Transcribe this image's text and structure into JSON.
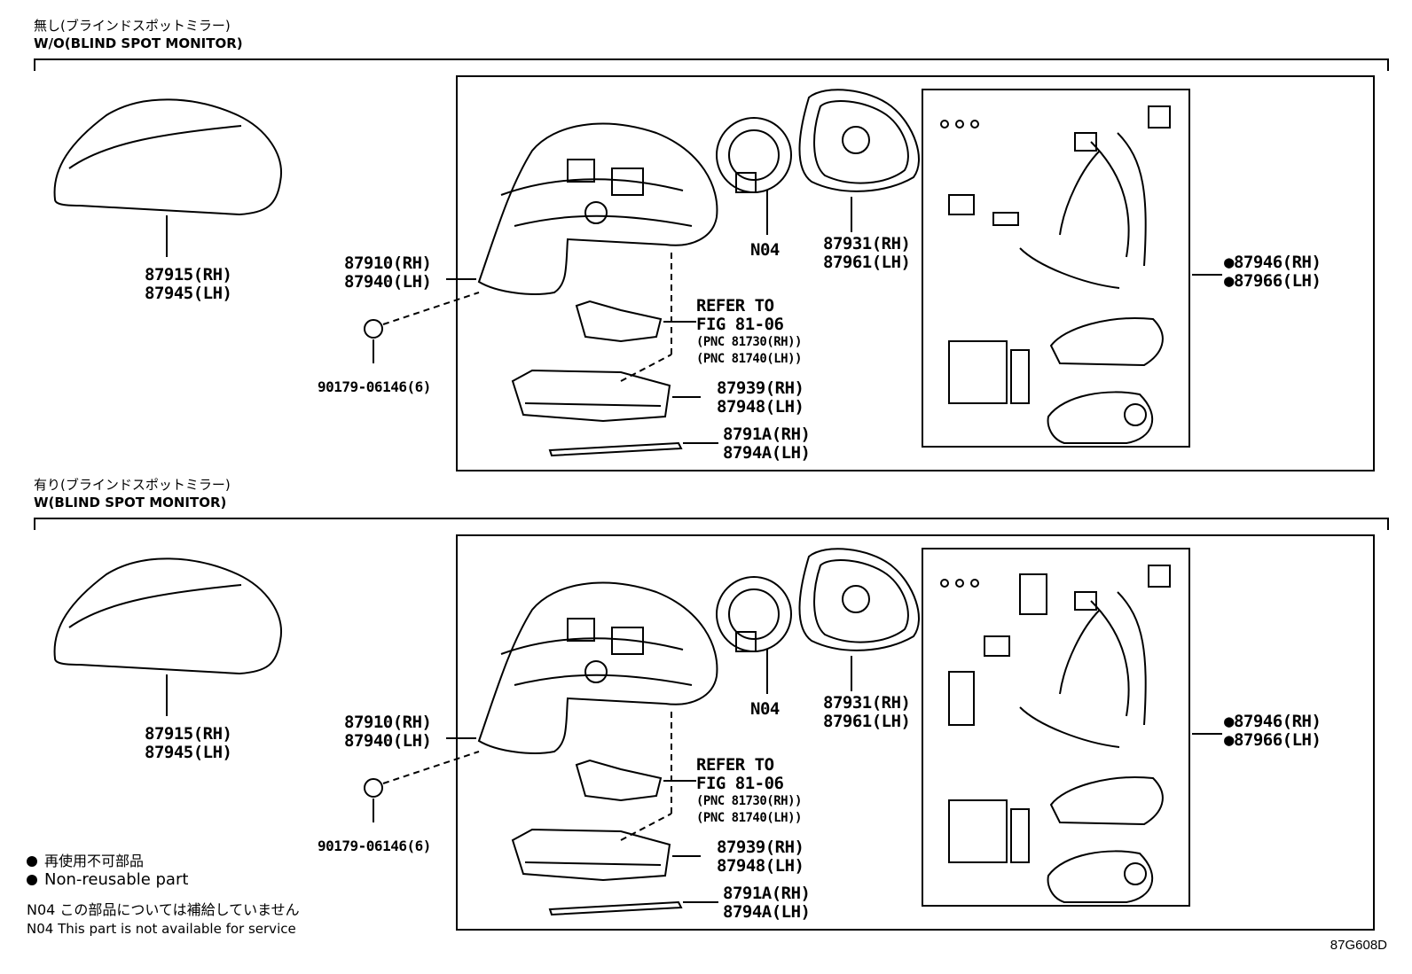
{
  "sections": [
    {
      "title_jp": "無し(ブラインドスポットミラー)",
      "title_en": "W/O(BLIND SPOT MONITOR)",
      "parts": {
        "cover": "87915(RH)\n87945(LH)",
        "mirror_assy": "87910(RH)\n87940(LH)",
        "screw": "90179-06146(6)",
        "n04": "N04",
        "outer_glass": "87931(RH)\n87961(LH)",
        "refer_to": "REFER TO\nFIG 81-06",
        "pnc": "(PNC 81730(RH))\n(PNC 81740(LH))",
        "lamp": "87939(RH)\n87948(LH)",
        "strip": "8791A(RH)\n8794A(LH)",
        "harness": "●87946(RH)\n●87966(LH)"
      }
    },
    {
      "title_jp": "有り(ブラインドスポットミラー)",
      "title_en": "W(BLIND SPOT MONITOR)",
      "parts": {
        "cover": "87915(RH)\n87945(LH)",
        "mirror_assy": "87910(RH)\n87940(LH)",
        "screw": "90179-06146(6)",
        "n04": "N04",
        "outer_glass": "87931(RH)\n87961(LH)",
        "refer_to": "REFER TO\nFIG 81-06",
        "pnc": "(PNC 81730(RH))\n(PNC 81740(LH))",
        "lamp": "87939(RH)\n87948(LH)",
        "strip": "8791A(RH)\n8794A(LH)",
        "harness": "●87946(RH)\n●87966(LH)"
      }
    }
  ],
  "legend": {
    "non_reusable_jp": "再使用不可部品",
    "non_reusable_en": "Non-reusable part",
    "n04_jp": "N04 この部品については補給していません",
    "n04_en": "N04 This part is not available for service"
  },
  "diagram_code": "87G608D"
}
